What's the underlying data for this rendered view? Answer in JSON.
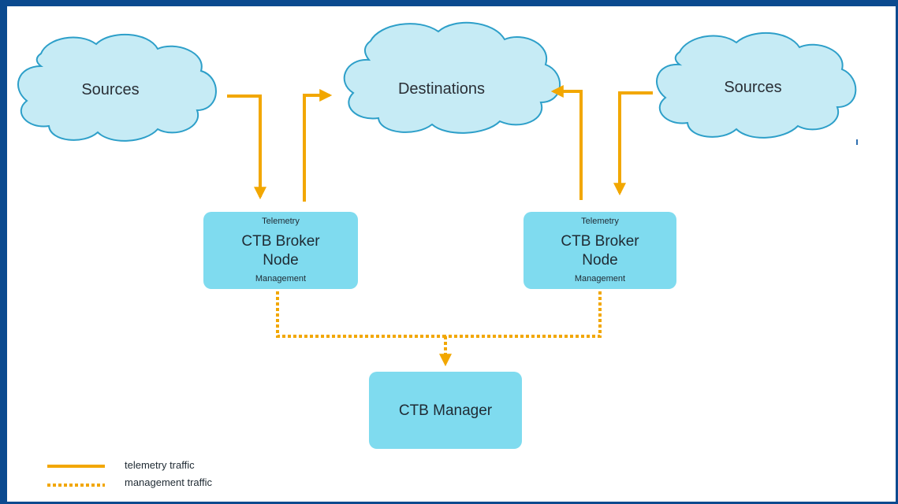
{
  "colors": {
    "frame": "#0b4a8f",
    "cloud_fill": "#c6ebf5",
    "cloud_stroke": "#2d9fc9",
    "node_fill": "#7fdbef",
    "arrow": "#f2a700"
  },
  "clouds": {
    "left": "Sources",
    "center": "Destinations",
    "right": "Sources"
  },
  "broker_left": {
    "top_label": "Telemetry",
    "title_line1": "CTB Broker",
    "title_line2": "Node",
    "bottom_label": "Management"
  },
  "broker_right": {
    "top_label": "Telemetry",
    "title_line1": "CTB Broker",
    "title_line2": "Node",
    "bottom_label": "Management"
  },
  "manager": {
    "label": "CTB Manager"
  },
  "legend": {
    "telemetry": "telemetry traffic",
    "management": "management traffic"
  }
}
